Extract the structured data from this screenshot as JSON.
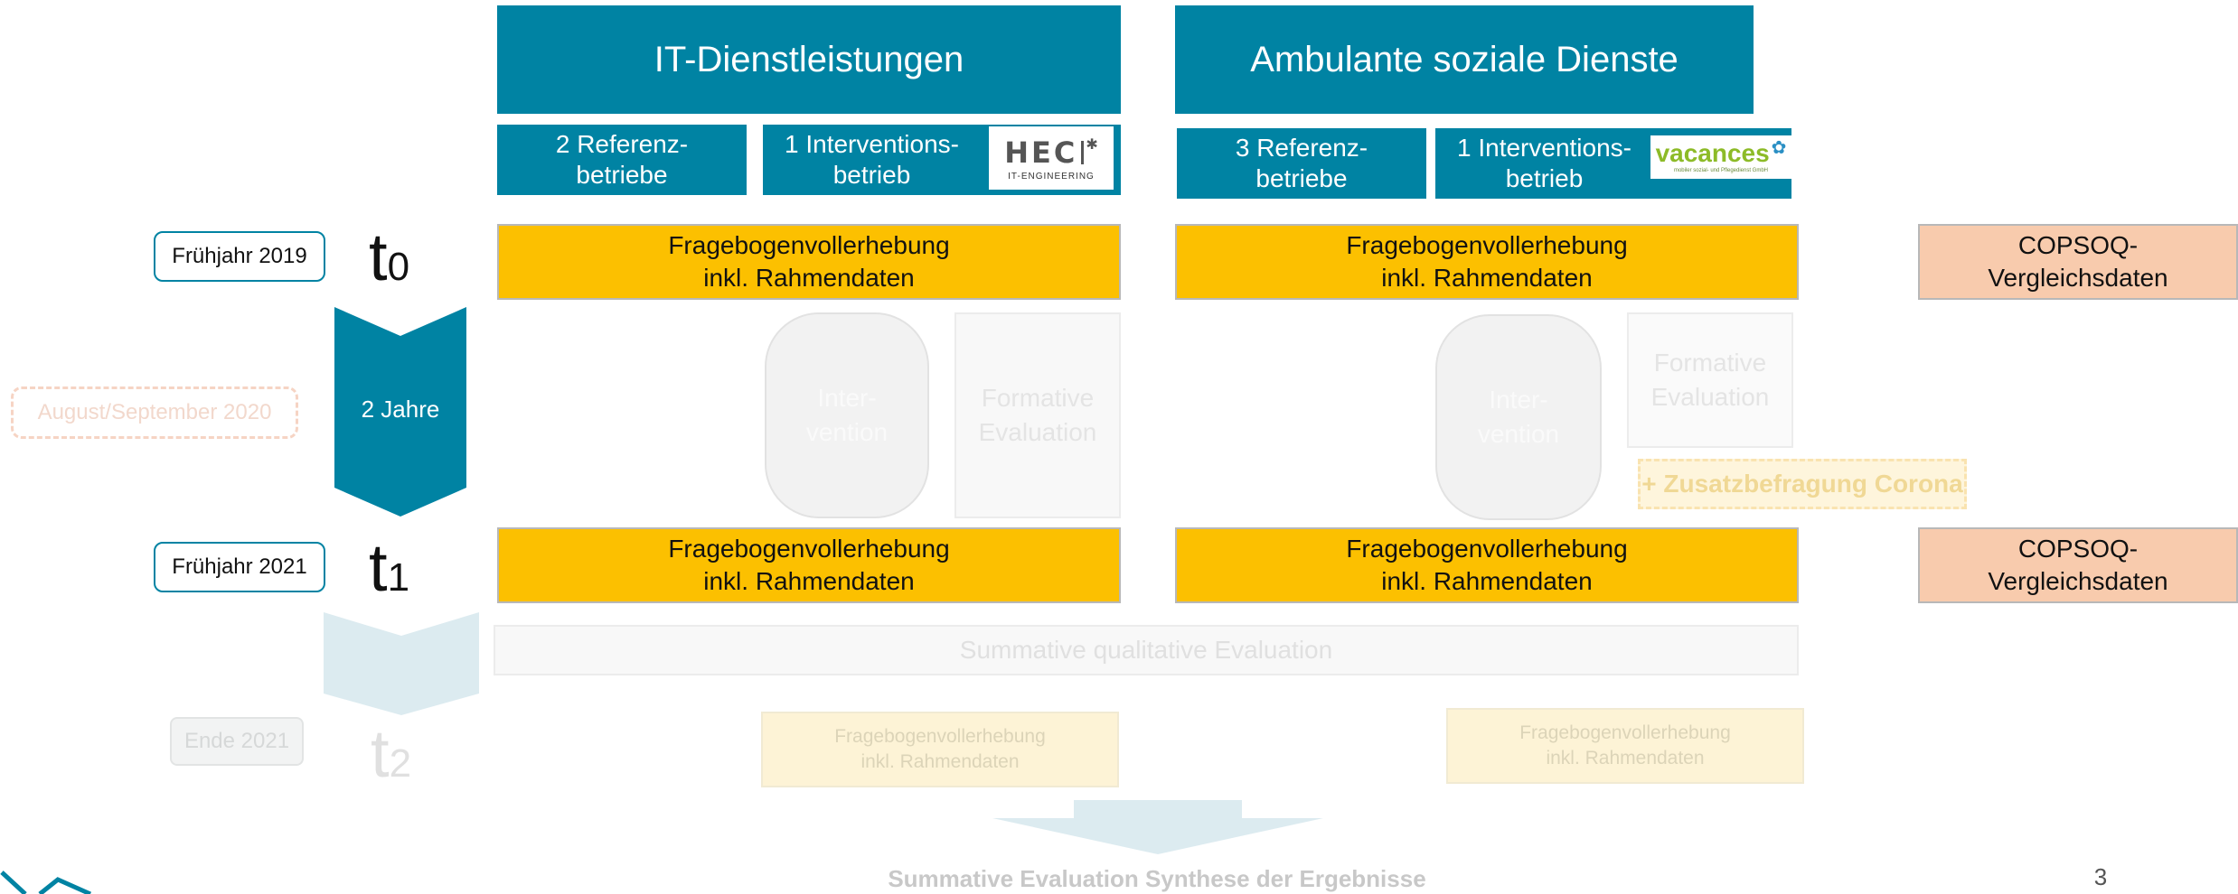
{
  "columns": {
    "it": {
      "title": "IT-Dienstleistungen",
      "reference": "2 Referenz-\nbetriebe",
      "intervention": "1 Interventions-\nbetrieb",
      "logo_text": "HEC",
      "logo_sub": "IT-ENGINEERING"
    },
    "social": {
      "title": "Ambulante soziale Dienste",
      "reference": "3 Referenz-\nbetriebe",
      "intervention": "1 Interventions-\nbetrieb",
      "logo_text": "vacances",
      "logo_sub": "mobiler sozial- und Pflegedienst GmbH"
    }
  },
  "timeline": {
    "t0_date": "Frühjahr 2019",
    "t0_label": "t",
    "t0_index": "0",
    "interval": "2 Jahre",
    "mid_date": "August/September 2020",
    "t1_date": "Frühjahr 2021",
    "t1_label": "t",
    "t1_index": "1",
    "t2_date": "Ende 2021",
    "t2_label": "t",
    "t2_index": "2"
  },
  "survey": {
    "full": "Fragebogenvollerhebung\ninkl. Rahmendaten",
    "copsoq": "COPSOQ-\nVergleichsdaten"
  },
  "intervention": {
    "oval": "Inter-\nvention",
    "formative": "Formative\nEvaluation",
    "corona": "+ Zusatzbefragung Corona"
  },
  "summative": {
    "qualitative": "Summative qualitative Evaluation",
    "synthesis": "Summative Evaluation Synthese der Ergebnisse"
  },
  "page_number": "3"
}
